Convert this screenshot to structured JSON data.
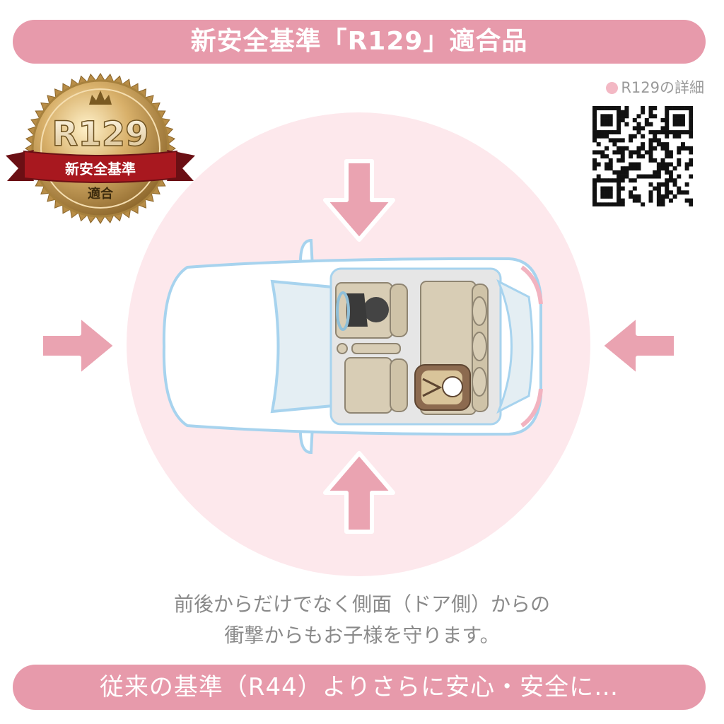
{
  "top_banner": {
    "text": "新安全基準「R129」適合品"
  },
  "badge": {
    "title": "R129",
    "ribbon_text": "新安全基準",
    "sub_text": "適合",
    "icon": "crown-icon"
  },
  "qr": {
    "label": "R129の詳細",
    "icon": "qr-code-icon"
  },
  "diagram": {
    "arrows": [
      "arrow-down-icon",
      "arrow-up-icon",
      "arrow-right-icon",
      "arrow-left-icon"
    ],
    "colors": {
      "banner": "#e79aab",
      "circle": "#fde8ec",
      "arrow": "#eaa3b1",
      "car_outline": "#a7d3ee",
      "seat": "#d8cdb5"
    }
  },
  "caption": {
    "line1": "前後からだけでなく側面（ドア側）からの",
    "line2": "衝撃からもお子様を守ります。"
  },
  "bottom_banner": {
    "text": "従来の基準（R44）よりさらに安心・安全に…"
  }
}
